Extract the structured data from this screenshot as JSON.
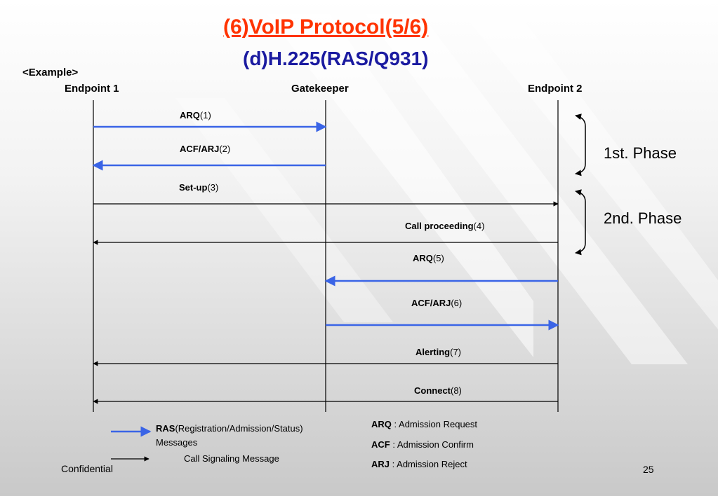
{
  "title": "(6)VoIP Protocol(5/6)",
  "subtitle": "(d)H.225(RAS/Q931)",
  "example_label": "<Example>",
  "entities": {
    "ep1": "Endpoint 1",
    "gk": "Gatekeeper",
    "ep2": "Endpoint 2"
  },
  "colors": {
    "ras": "#3a64e6",
    "signaling": "#000000",
    "title": "#ff3300",
    "subtitle": "#1a1aa0"
  },
  "messages": [
    {
      "name": "ARQ",
      "num": "(1)",
      "from": "ep1",
      "to": "gk",
      "kind": "ras"
    },
    {
      "name": "ACF/ARJ",
      "num": "(2)",
      "from": "gk",
      "to": "ep1",
      "kind": "ras"
    },
    {
      "name": "Set-up",
      "num": "(3)",
      "from": "ep1",
      "to": "ep2",
      "kind": "signaling"
    },
    {
      "name": "Call proceeding",
      "num": "(4)",
      "from": "ep2",
      "to": "ep1",
      "kind": "signaling"
    },
    {
      "name": "ARQ",
      "num": "(5)",
      "from": "ep2",
      "to": "gk",
      "kind": "ras"
    },
    {
      "name": "ACF/ARJ",
      "num": "(6)",
      "from": "gk",
      "to": "ep2",
      "kind": "ras"
    },
    {
      "name": "Alerting",
      "num": "(7)",
      "from": "ep2",
      "to": "ep1",
      "kind": "signaling"
    },
    {
      "name": "Connect",
      "num": "(8)",
      "from": "ep2",
      "to": "ep1",
      "kind": "signaling"
    }
  ],
  "phases": {
    "first": "1st. Phase",
    "second": "2nd. Phase"
  },
  "legend": {
    "ras_bold": "RAS",
    "ras_text": "(Registration/Admission/Status)",
    "ras_text2": "Messages",
    "signaling_text": "Call Signaling Message"
  },
  "abbreviations": [
    {
      "abbr": "ARQ",
      "desc": ": Admission Request"
    },
    {
      "abbr": "ACF",
      "desc": ": Admission Confirm"
    },
    {
      "abbr": "ARJ",
      "desc": ": Admission Reject"
    }
  ],
  "footer": {
    "confidential": "Confidential",
    "page": "25"
  }
}
